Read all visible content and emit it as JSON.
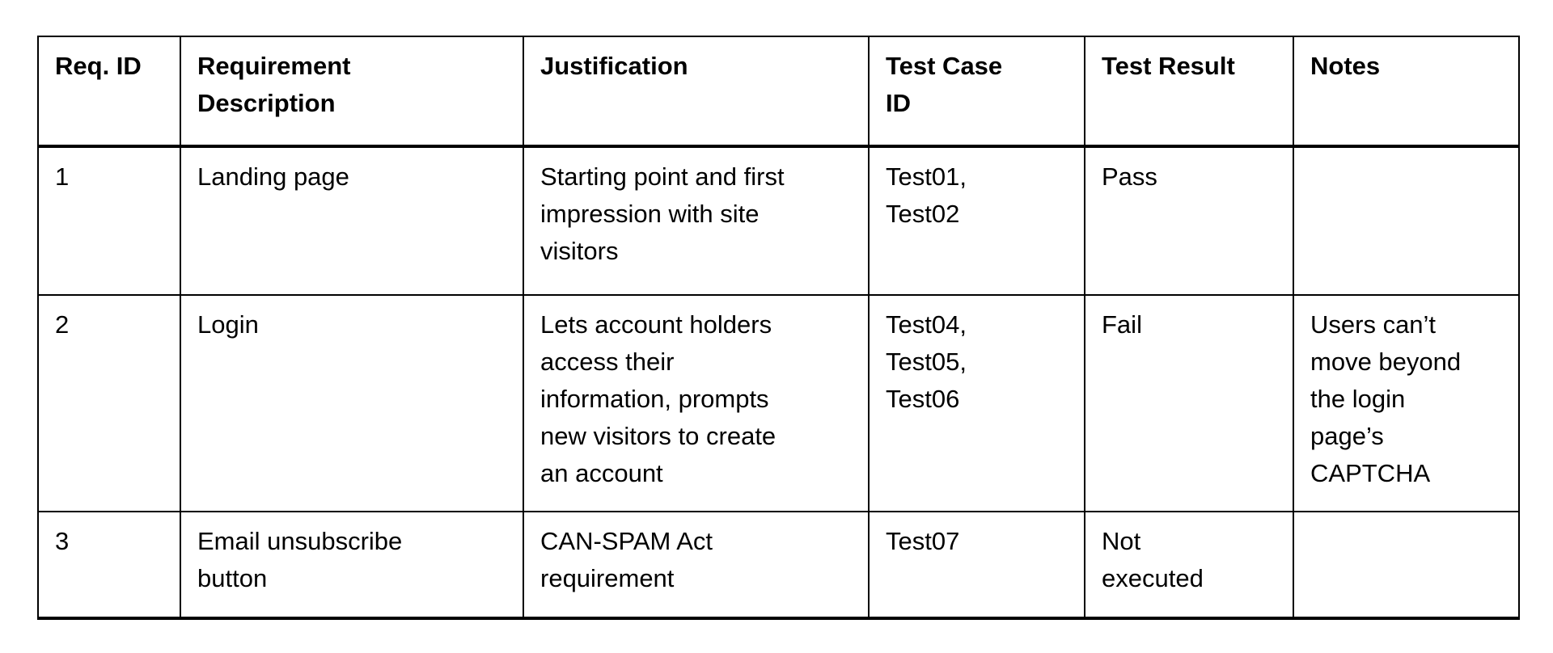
{
  "table": {
    "title": "requirements-traceability-matrix",
    "columns": [
      {
        "label": "Req. ID"
      },
      {
        "label": "Requirement\nDescription"
      },
      {
        "label": "Justification"
      },
      {
        "label": "Test Case\nID"
      },
      {
        "label": "Test Result"
      },
      {
        "label": "Notes"
      }
    ],
    "rows": [
      {
        "req_id": "1",
        "description": "Landing page",
        "justification": "Starting point and first\nimpression with site\nvisitors",
        "test_case_id": "Test01,\nTest02",
        "test_result": "Pass",
        "notes": ""
      },
      {
        "req_id": "2",
        "description": "Login",
        "justification": "Lets account holders\naccess their\ninformation, prompts\nnew visitors to create\nan account",
        "test_case_id": "Test04,\nTest05,\nTest06",
        "test_result": "Fail",
        "notes": "Users can’t\nmove beyond\nthe login\npage’s\nCAPTCHA"
      },
      {
        "req_id": "3",
        "description": "Email unsubscribe\nbutton",
        "justification": "CAN-SPAM Act\nrequirement",
        "test_case_id": "Test07",
        "test_result": "Not\nexecuted",
        "notes": ""
      }
    ],
    "style": {
      "border_color": "#000000",
      "background_color": "#ffffff",
      "text_color": "#000000"
    }
  }
}
